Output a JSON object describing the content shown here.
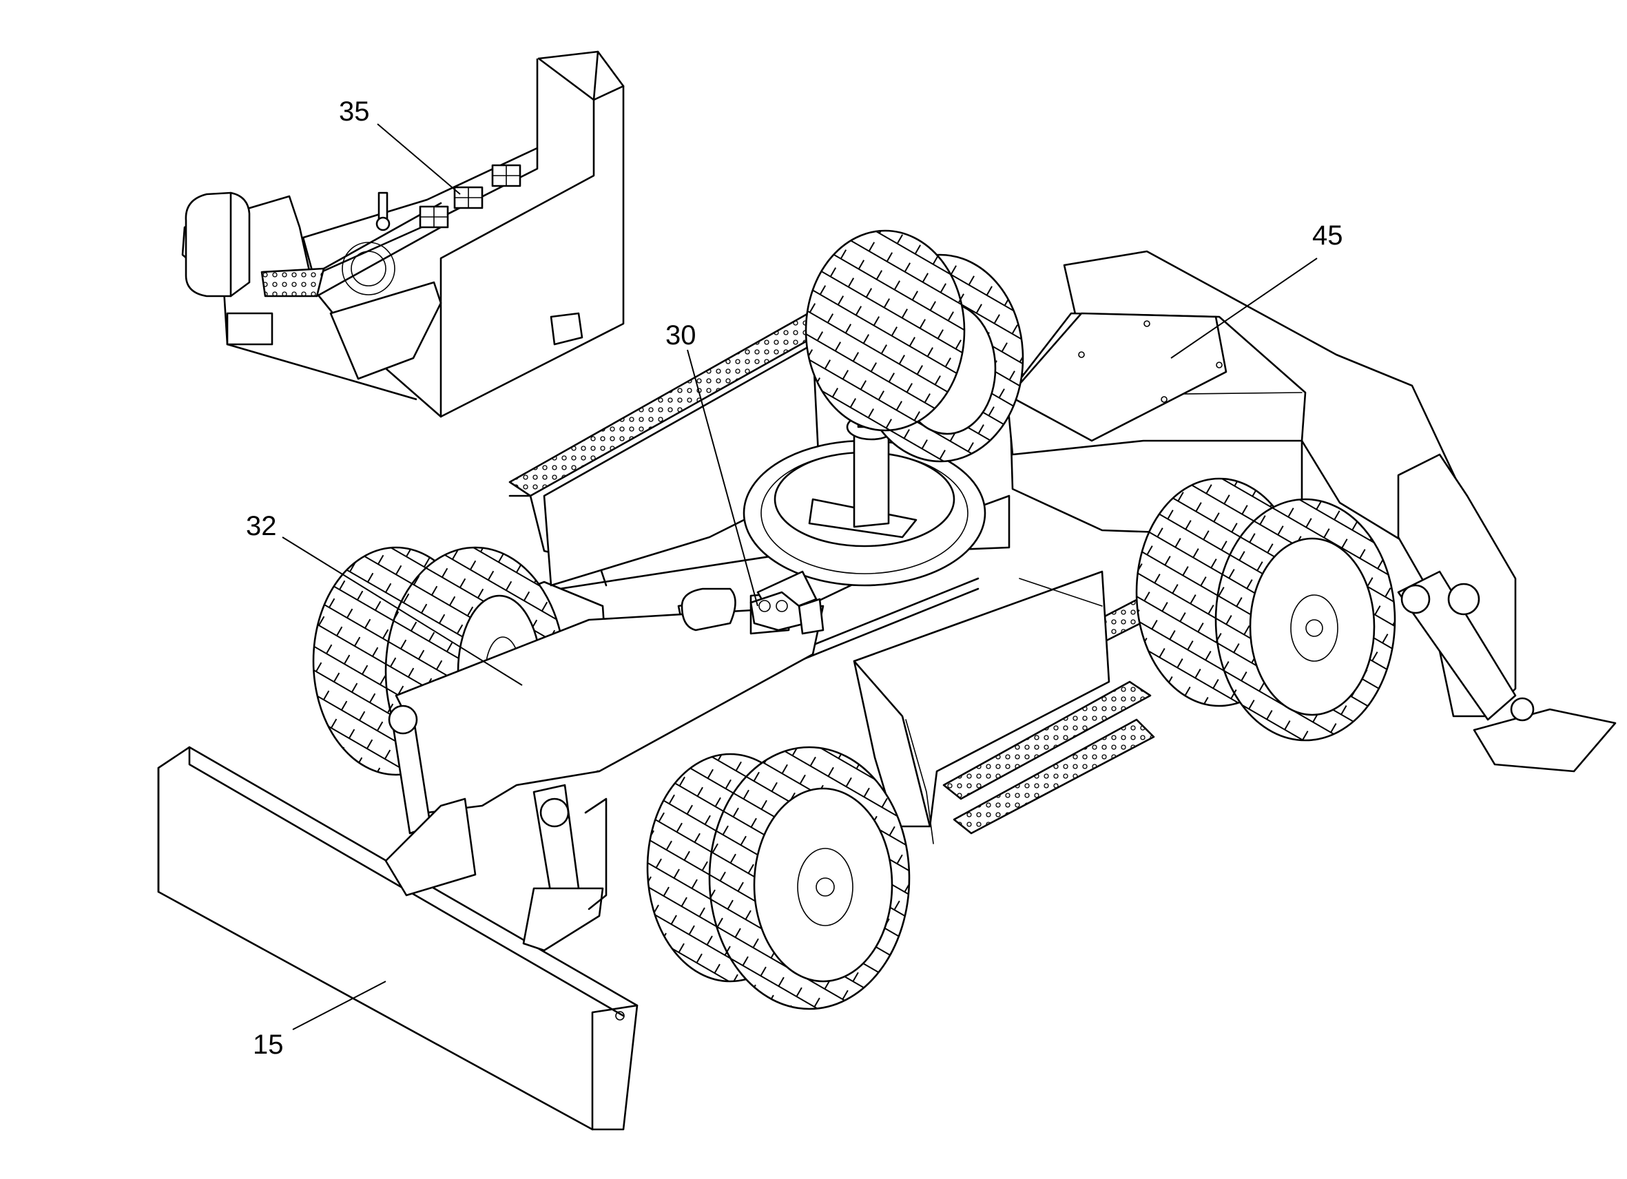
{
  "callouts": [
    {
      "id": "35",
      "label": "35"
    },
    {
      "id": "45",
      "label": "45"
    },
    {
      "id": "30",
      "label": "30"
    },
    {
      "id": "32",
      "label": "32"
    },
    {
      "id": "15",
      "label": "15"
    }
  ]
}
